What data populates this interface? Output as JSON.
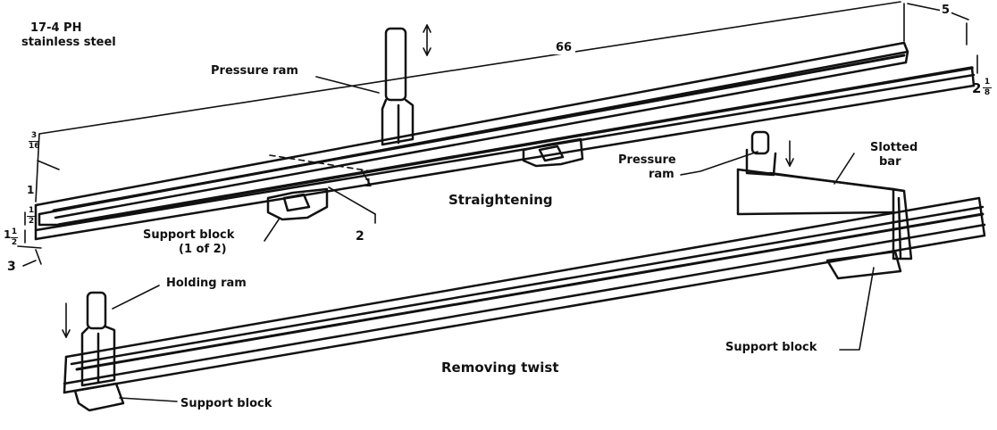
{
  "material": {
    "line1": "17-4 PH",
    "line2": "stainless steel"
  },
  "captions": {
    "straightening": "Straightening",
    "removing_twist": "Removing twist"
  },
  "labels": {
    "pressure_ram_top": "Pressure ram",
    "pressure_ram_right_1": "Pressure",
    "pressure_ram_right_2": "ram",
    "slotted_bar_1": "Slotted",
    "slotted_bar_2": "bar",
    "support_block_top_1": "Support block",
    "support_block_top_2": "(1 of 2)",
    "holding_ram": "Holding ram",
    "support_block_right": "Support block",
    "support_block_bottom": "Support block"
  },
  "dimensions": {
    "length": "66",
    "width_end": "5",
    "height_whole": "2",
    "height_num": "1",
    "height_den": "8",
    "thick_num": "3",
    "thick_den": "16",
    "flange_1": "1",
    "flange_num_a": "1",
    "flange_den_a": "2",
    "flange_whole": "1",
    "flange_num_b": "1",
    "flange_den_b": "2",
    "base_width": "3",
    "block_one": "1",
    "block_two": "2"
  }
}
